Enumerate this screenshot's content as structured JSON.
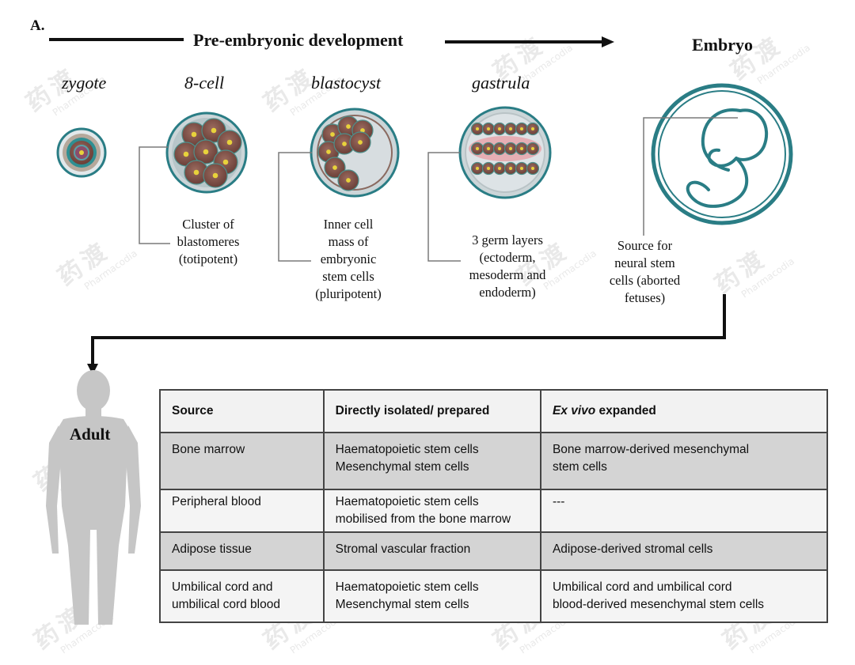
{
  "panel_label": "A.",
  "header": {
    "title": "Pre-embryonic development",
    "embryo_title": "Embryo"
  },
  "stages": [
    {
      "name": "zygote",
      "caption": ""
    },
    {
      "name": "8-cell",
      "caption": "Cluster of\nblastomeres\n(totipotent)"
    },
    {
      "name": "blastocyst",
      "caption": "Inner cell\nmass of\nembryonic\nstem cells\n(pluripotent)"
    },
    {
      "name": "gastrula",
      "caption": "3 germ layers\n(ectoderm,\nmesoderm and\nendoderm)"
    }
  ],
  "embryo_caption": "Source for\nneural stem\ncells (aborted\nfetuses)",
  "adult_label": "Adult",
  "table": {
    "headers": [
      "Source",
      "Directly isolated/ prepared",
      "Ex vivo",
      "expanded"
    ],
    "rows": [
      {
        "source": [
          "Bone marrow"
        ],
        "direct": [
          "Haematopoietic stem cells",
          "Mesenchymal stem cells"
        ],
        "expanded": [
          "Bone marrow-derived mesenchymal",
          "stem cells"
        ]
      },
      {
        "source": [
          "Peripheral blood"
        ],
        "direct": [
          "Haematopoietic stem cells",
          "mobilised from the bone marrow"
        ],
        "expanded": [
          "---"
        ]
      },
      {
        "source": [
          "Adipose tissue"
        ],
        "direct": [
          "Stromal vascular fraction"
        ],
        "expanded": [
          "Adipose-derived stromal cells"
        ]
      },
      {
        "source": [
          "Umbilical cord and",
          "umbilical cord blood"
        ],
        "direct": [
          "Haematopoietic stem cells",
          "Mesenchymal stem cells"
        ],
        "expanded": [
          "Umbilical cord and umbilical cord",
          "blood-derived mesenchymal stem cells"
        ]
      }
    ]
  },
  "watermark": {
    "chinese": "药渡",
    "latin": "Pharmacodia"
  },
  "colors": {
    "cell_ring": "#2a7d85",
    "cell_brown": "#7a4c43",
    "nucleus": "#e8d23b",
    "germ_pink": "#e8a0a8",
    "arrow": "#111111",
    "silhouette": "#c6c6c6"
  }
}
